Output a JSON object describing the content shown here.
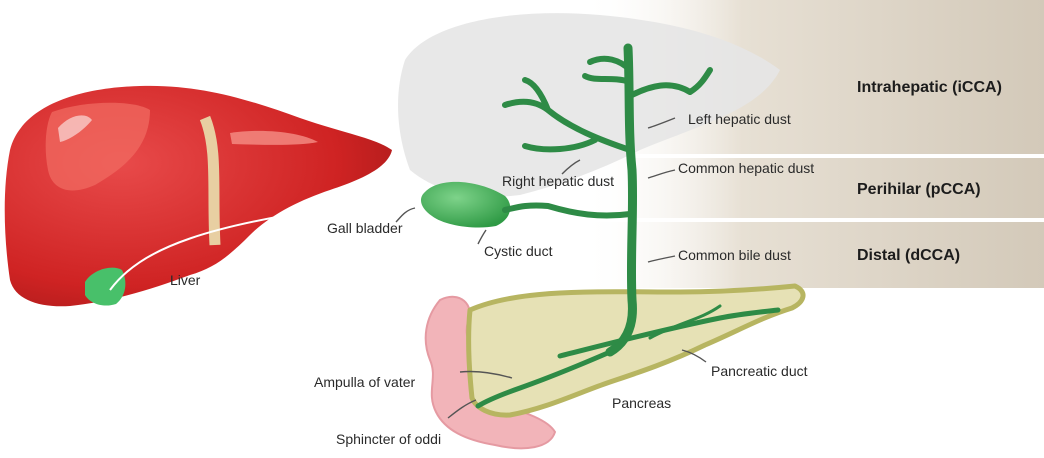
{
  "zones": {
    "intrahepatic": "Intrahepatic (iCCA)",
    "perihilar": "Perihilar (pCCA)",
    "distal": "Distal (dCCA)"
  },
  "labels": {
    "liver": "Liver",
    "gall_bladder": "Gall bladder",
    "left_hepatic": "Left hepatic dust",
    "right_hepatic": "Right hepatic dust",
    "common_hepatic": "Common hepatic dust",
    "cystic_duct": "Cystic duct",
    "common_bile": "Common bile dust",
    "pancreatic_duct": "Pancreatic duct",
    "pancreas": "Pancreas",
    "ampulla": "Ampulla of vater",
    "sphincter": "Sphincter of oddi"
  },
  "colors": {
    "liver": "#d42a2a",
    "gallbladder": "#45b35a",
    "ducts": "#2e8b46",
    "pancreas": "#e6e1b5",
    "duodenum": "#f2b4b9",
    "zone_band": "#d8cfbf"
  }
}
